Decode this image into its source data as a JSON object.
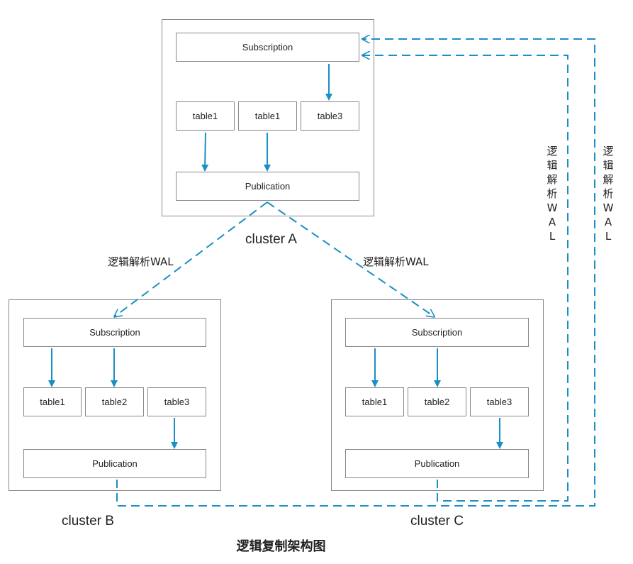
{
  "diagram_title": "逻辑复制架构图",
  "wal_label": "逻辑解析WAL",
  "wal_label_vertical": "逻\n辑\n解\n析\nW\nA\nL",
  "accent_color": "#1a8fc4",
  "clusters": {
    "a": {
      "name": "cluster A",
      "subscription": "Subscription",
      "publication": "Publication",
      "tables": [
        "table1",
        "table1",
        "table3"
      ]
    },
    "b": {
      "name": "cluster B",
      "subscription": "Subscription",
      "publication": "Publication",
      "tables": [
        "table1",
        "table2",
        "table3"
      ]
    },
    "c": {
      "name": "cluster C",
      "subscription": "Subscription",
      "publication": "Publication",
      "tables": [
        "table1",
        "table2",
        "table3"
      ]
    }
  }
}
